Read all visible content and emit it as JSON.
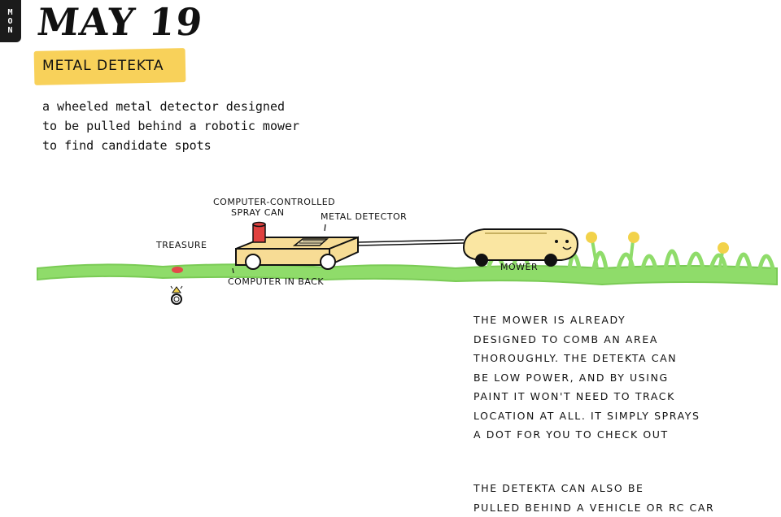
{
  "day_tab": {
    "letters": [
      "M",
      "O",
      "N"
    ]
  },
  "date": "MAY 19",
  "title": "METAL DETEKTA",
  "description": [
    "a wheeled metal detector designed",
    "to be pulled behind a robotic mower",
    "to find candidate spots"
  ],
  "labels": {
    "spray_can": [
      "COMPUTER-CONTROLLED",
      "SPRAY CAN"
    ],
    "metal_detector": "METAL DETECTOR",
    "treasure": "TREASURE",
    "computer": "COMPUTER IN BACK",
    "mower": "MOWER"
  },
  "notes": {
    "paragraph_1": [
      "THE MOWER IS ALREADY",
      "DESIGNED TO COMB AN AREA",
      "THOROUGHLY. THE DETEKTA CAN",
      "BE LOW POWER, AND BY USING",
      "PAINT IT WON'T NEED TO TRACK",
      "LOCATION AT ALL. IT SIMPLY SPRAYS",
      "A DOT FOR YOU TO CHECK OUT"
    ],
    "paragraph_2": [
      "THE DETEKTA CAN ALSO BE",
      "PULLED BEHIND A VEHICLE OR RC CAR"
    ]
  },
  "colors": {
    "title_highlight": "#f8d15a",
    "grass": "#8fdc6a",
    "detekta_body": "#f7dc95",
    "spray_can": "#e0413f",
    "paint_dot": "#e34a4a",
    "flower": "#f2d24a",
    "mower_body": "#fae6a2"
  }
}
